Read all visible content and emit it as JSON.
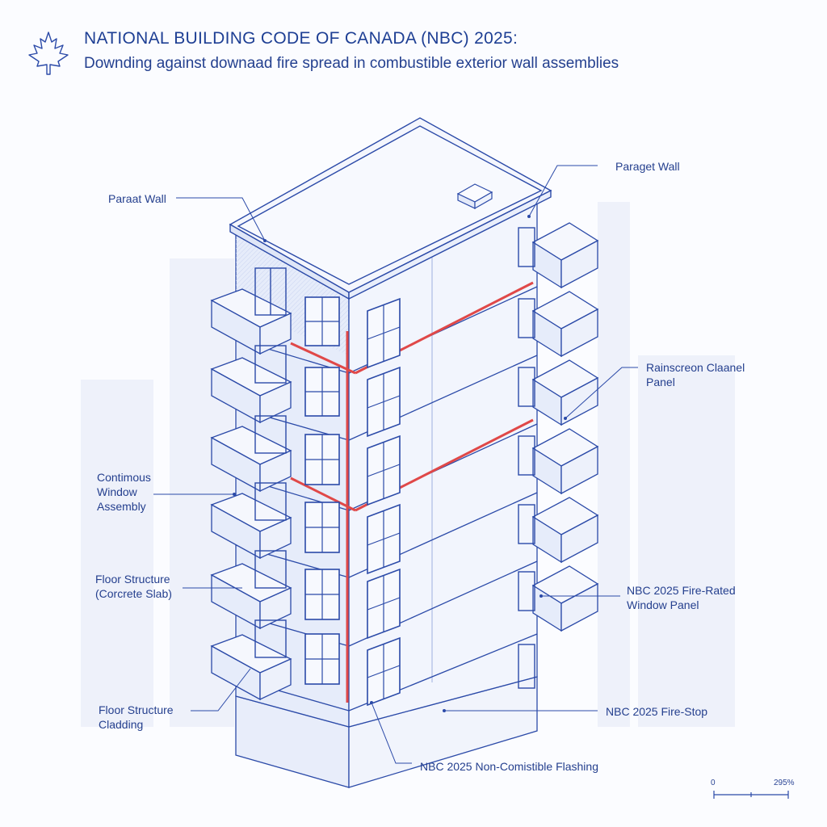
{
  "header": {
    "title": "NATIONAL BUILDING CODE OF CANADA (NBC) 2025:",
    "subtitle": "Downding against downaad fire spread in combustible exterior wall assemblies"
  },
  "logo_icon": "maple-leaf-icon",
  "labels": {
    "parapet_left": "Paraat Wall",
    "parapet_right": "Paraget Wall",
    "rainscreen_1": "Rainscreon Claanel",
    "rainscreen_2": "Panel",
    "window_assembly_1": "Contimous",
    "window_assembly_2": "Window",
    "window_assembly_3": "Assembly",
    "floor_structure_1": "Floor Structure",
    "floor_structure_2": "(Corcrete Slab)",
    "fire_rated_1": "NBC 2025 Fire-Rated",
    "fire_rated_2": "Window Panel",
    "cladding_1": "Floor Structure",
    "cladding_2": "Cladding",
    "fire_stop": "NBC 2025 Fire-Stop",
    "flashing": "NBC 2025 Non-Comistible Flashing"
  },
  "scale_bar": {
    "start": "0",
    "end": "295%"
  },
  "colors": {
    "line": "#2b4aa8",
    "fill_light": "#eef2fc",
    "fill_mid": "#e2e8f8",
    "fire_red": "#e04848",
    "background": "#fbfcff"
  }
}
